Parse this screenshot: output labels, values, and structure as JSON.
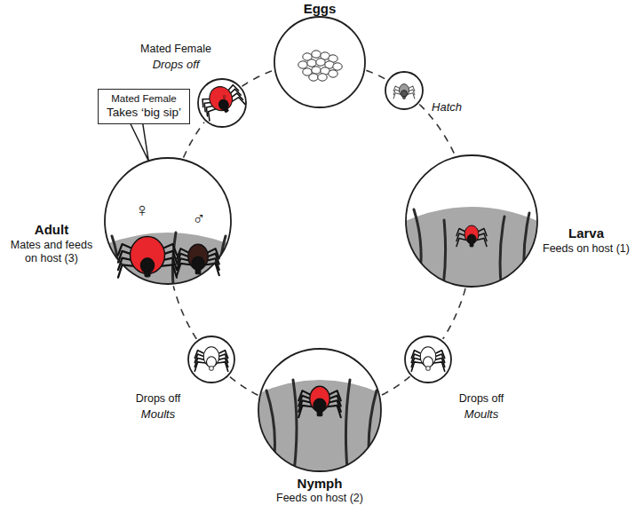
{
  "diagram": {
    "nodes": [
      {
        "text": [
          "Eggs"
        ]
      },
      {
        "text": [
          "Hatch"
        ]
      },
      {
        "text": [
          "Larva",
          "Feeds on host (1)"
        ]
      },
      {
        "text": [
          "Drops off",
          "Moults"
        ]
      },
      {
        "text": [
          "Nymph",
          "Feeds on host (2)"
        ]
      },
      {
        "text": [
          "Drops off",
          "Moults"
        ]
      },
      {
        "text": [
          "Adult",
          "Mates and feeds on host (3)"
        ]
      },
      {
        "text": [
          "Mated Female",
          "Takes ‘big sip’"
        ]
      },
      {
        "text": [
          "Mated Female",
          "Drops off"
        ]
      }
    ],
    "edges": [
      {
        "from": 0,
        "to": 1,
        "arrow": "none"
      },
      {
        "from": 1,
        "to": 2,
        "arrow": "none"
      },
      {
        "from": 2,
        "to": 3,
        "arrow": "none"
      },
      {
        "from": 3,
        "to": 4,
        "arrow": "none"
      },
      {
        "from": 4,
        "to": 5,
        "arrow": "none"
      },
      {
        "from": 5,
        "to": 6,
        "arrow": "none"
      },
      {
        "from": 6,
        "to": 8,
        "arrow": "none"
      },
      {
        "from": 8,
        "to": 0,
        "arrow": "none"
      },
      {
        "from": 7,
        "to": 6,
        "arrow": "none"
      }
    ],
    "labels": [
      "♀",
      "♂",
      "♀"
    ]
  }
}
